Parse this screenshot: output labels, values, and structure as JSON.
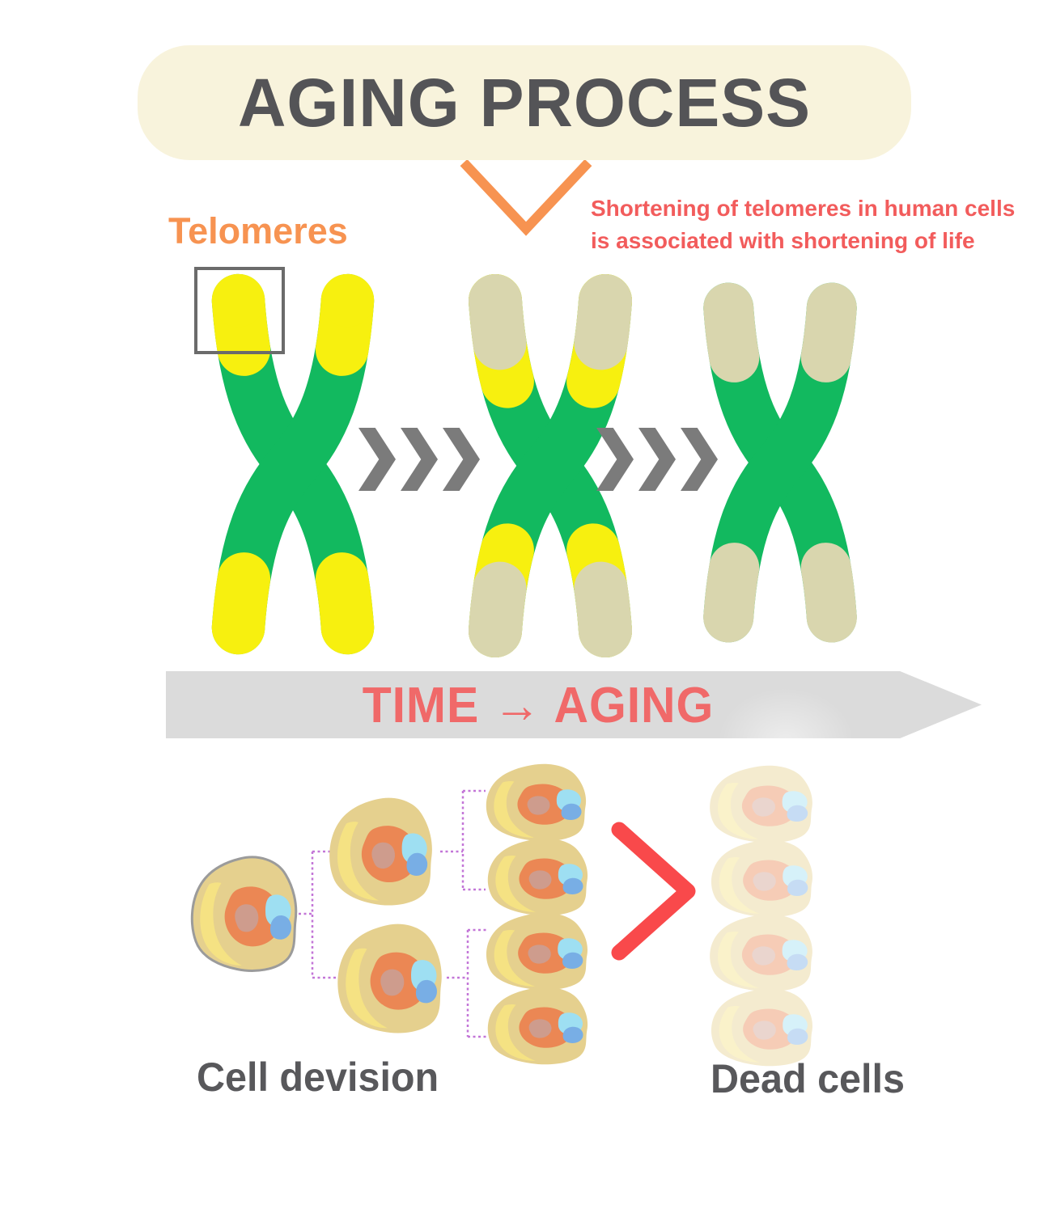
{
  "header": {
    "title": "AGING PROCESS"
  },
  "telomeres": {
    "label": "Telomeres"
  },
  "annotation": {
    "line1": "Shortening of telomeres in human cells",
    "line2": "is associated with shortening of life"
  },
  "timeline": {
    "label": "TIME → AGING"
  },
  "cells": {
    "division_label": "Cell devision",
    "dead_label": "Dead cells"
  },
  "stages": [
    {
      "stage": 1,
      "telomere_state": "long yellow telomeres on all four tips"
    },
    {
      "stage": 2,
      "telomere_state": "telomeres shortened, yellow band with worn beige tips"
    },
    {
      "stage": 3,
      "telomere_state": "telomeres worn away, beige tips only"
    }
  ],
  "icons": {
    "pointer": "down-chevron-icon",
    "progression": "triple-chevron-right-icon",
    "dead_arrow": "chevron-right-icon",
    "telomere_highlight": "square-outline-box"
  },
  "colors": {
    "banner_bg": "#F8F3DC",
    "title_text": "#545457",
    "accent_orange": "#F79351",
    "annotation_red": "#F25C5C",
    "chromosome_green": "#12B95F",
    "telomere_yellow": "#F7F00F",
    "telomere_worn_beige": "#D9D6AE",
    "chevron_gray": "#7B7B7B",
    "time_band_gray": "#DBDBDB",
    "time_text_red": "#F06969",
    "cell_body_tan": "#E5D08E",
    "cell_patch_yellow": "#F6E382",
    "nucleus_orange": "#EB8754",
    "nucleus_inner": "#C9A098",
    "cell_blue_light": "#9EDFF2",
    "cell_blue_dark": "#78AEE5",
    "connector_purple": "#BD68D3",
    "dead_arrow_red": "#F9494B",
    "label_gray": "#58585B"
  }
}
